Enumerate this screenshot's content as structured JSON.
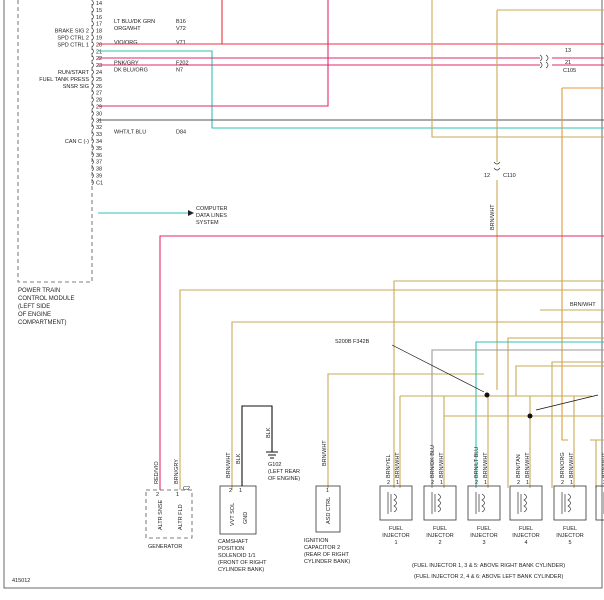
{
  "pcm": {
    "rows": [
      {
        "n": "14"
      },
      {
        "n": "15"
      },
      {
        "n": "16"
      },
      {
        "n": "17",
        "wire": "LT BLU/DK GRN",
        "circuit": "B16"
      },
      {
        "n": "18",
        "label": "BRAKE SIG 2",
        "wire": "ORG/WHT",
        "circuit": "V72"
      },
      {
        "n": "19",
        "label": "SPD CTRL 2"
      },
      {
        "n": "20",
        "label": "SPD CTRL 1",
        "wire": "VIO/ORG",
        "circuit": "V71"
      },
      {
        "n": "21"
      },
      {
        "n": "22"
      },
      {
        "n": "23",
        "wire": "PNK/GRY",
        "circuit": "F202"
      },
      {
        "n": "24",
        "label": "RUN/START",
        "wire": "DK BLU/ORG",
        "circuit": "N7"
      },
      {
        "n": "25",
        "label": "FUEL TANK PRESS"
      },
      {
        "n": "26",
        "label": "SNSR SIG"
      },
      {
        "n": "27"
      },
      {
        "n": "28"
      },
      {
        "n": "29"
      },
      {
        "n": "30"
      },
      {
        "n": "31"
      },
      {
        "n": "32"
      },
      {
        "n": "33",
        "wire": "WHT/LT BLU",
        "circuit": "D84"
      },
      {
        "n": "34",
        "label": "CAN C (-)"
      },
      {
        "n": "35"
      },
      {
        "n": "36"
      },
      {
        "n": "37"
      },
      {
        "n": "38"
      },
      {
        "n": "39"
      },
      {
        "n": "C1"
      }
    ],
    "module_label": [
      "POWER TRAIN",
      "CONTROL MODULE",
      "(LEFT SIDE",
      "OF ENGINE",
      "COMPARTMENT)"
    ],
    "computer_data_lines": [
      "COMPUTER",
      "DATA LINES",
      "SYSTEM"
    ]
  },
  "connectors": {
    "c105": {
      "pins": [
        "13",
        "21"
      ],
      "name": "C105"
    },
    "c110": {
      "pin": "12",
      "name": "C110"
    }
  },
  "wire_labels": {
    "brn_wht_vertical": "BRN/WHT",
    "brn_wht_right": "BRN/WHT",
    "splice": "S200B F342B"
  },
  "components": {
    "generator": {
      "name": "GENERATOR",
      "pins": [
        {
          "num": "2",
          "wire": "RED/VIO",
          "func": "ALTR SNSE"
        },
        {
          "num": "1",
          "wire": "BRN/GRY",
          "func": "ALTR FLD"
        }
      ],
      "connector": "C2"
    },
    "camshaft": {
      "name": [
        "CAMSHAFT",
        "POSITION",
        "SOLENOID 1/1",
        "(FRONT OF RIGHT",
        "CYLINDER BANK)"
      ],
      "pins": [
        {
          "num": "2",
          "wire": "BRN/WHT",
          "func": "VVT SOL"
        },
        {
          "num": "1",
          "wire": "BLK",
          "func": "GND"
        }
      ]
    },
    "ground": {
      "wire": "BLK",
      "name": [
        "G102",
        "(LEFT REAR",
        "OF ENGINE)"
      ]
    },
    "ignition": {
      "name": [
        "IGNITION",
        "CAPACITOR 2",
        "(REAR OF RIGHT",
        "CYLINDER BANK)"
      ],
      "pin": {
        "num": "1",
        "wire": "BRN/WHT",
        "func": "ASD CTRL"
      }
    },
    "injectors": [
      {
        "label": [
          "FUEL",
          "INJECTOR",
          "1"
        ],
        "wires": [
          "BRN/YEL",
          "BRN/WHT"
        ]
      },
      {
        "label": [
          "FUEL",
          "INJECTOR",
          "2"
        ],
        "wires": [
          "BRN/DK BLU",
          "BRN/WHT"
        ]
      },
      {
        "label": [
          "FUEL",
          "INJECTOR",
          "3"
        ],
        "wires": [
          "BRN/LT BLU",
          "BRN/WHT"
        ]
      },
      {
        "label": [
          "FUEL",
          "INJECTOR",
          "4"
        ],
        "wires": [
          "BRN/TAN",
          "BRN/WHT"
        ]
      },
      {
        "label": [
          "FUEL",
          "INJECTOR",
          "5"
        ],
        "wires": [
          "BRN/ORG",
          "BRN/WHT"
        ]
      },
      {
        "label": [
          "FU",
          "INJ"
        ],
        "wires": [
          "BRN/WHT"
        ]
      }
    ],
    "injector_pin_nums": [
      "2",
      "1"
    ],
    "notes": [
      "(FUEL INJECTOR 1, 3 & 5: ABOVE RIGHT BANK CYLINDER)",
      "(FUEL INJECTOR 2, 4 & 6: ABOVE LEFT BANK CYLINDER)"
    ]
  },
  "figure_id": "415012",
  "colors": {
    "red": "#e8333d",
    "teal": "#2fc3b5",
    "magenta": "#e0286e",
    "tan": "#c9a85a",
    "orange": "#e09a3c",
    "gray": "#999999",
    "darkgray": "#555555"
  }
}
